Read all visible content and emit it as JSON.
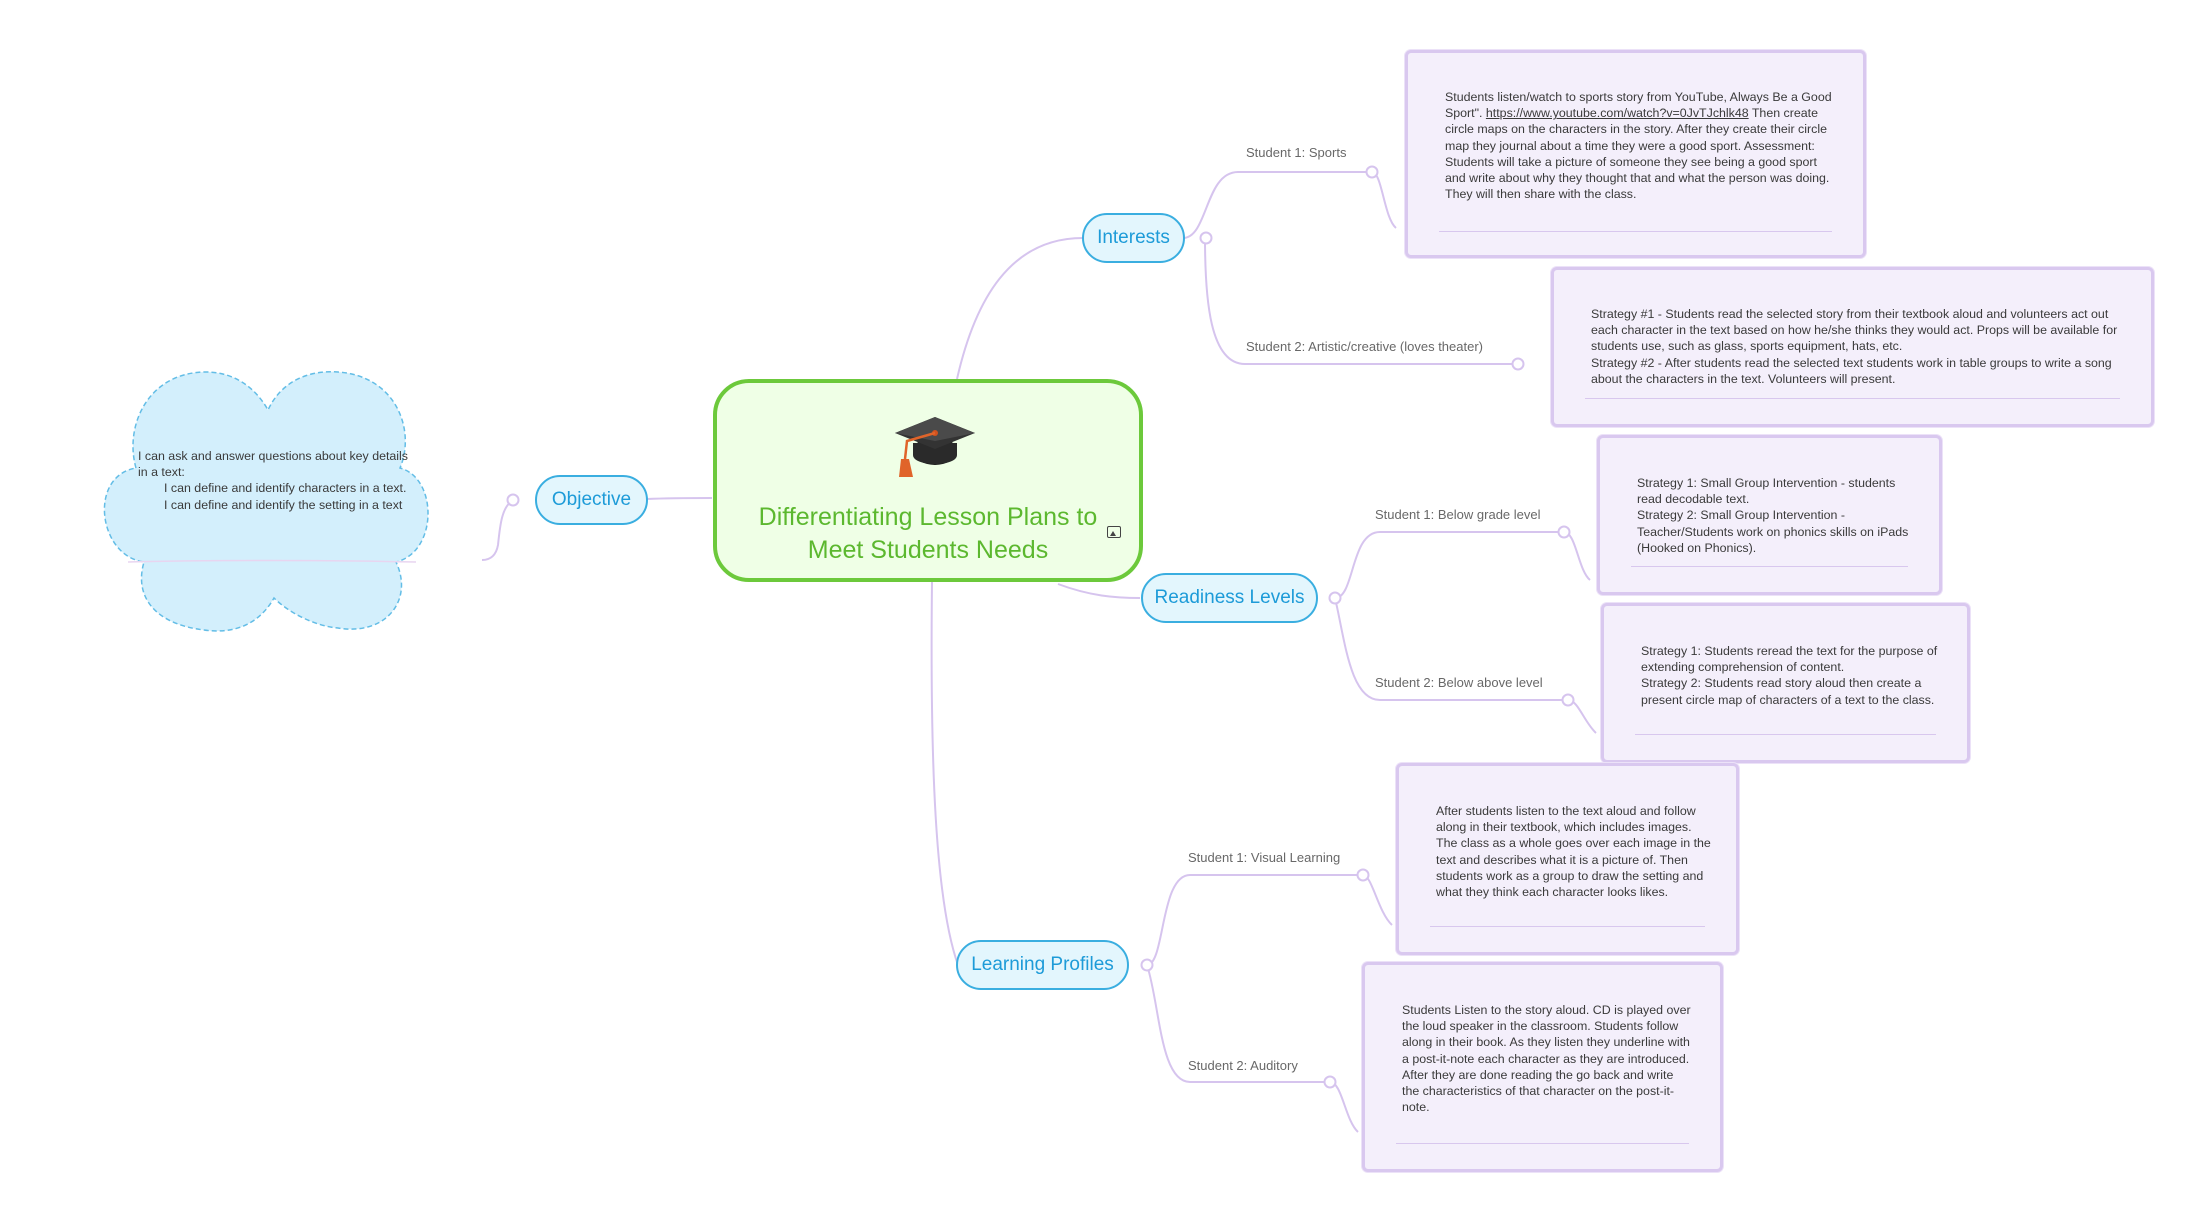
{
  "central": {
    "title": "Differentiating Lesson Plans to Meet Students Needs",
    "icon": "graduation-cap-icon"
  },
  "objective": {
    "label": "Objective",
    "cloud_lines": [
      "I can ask and answer questions about key details in a text:",
      "I can define and identify characters in a text.",
      "I can define and identify the setting in a text"
    ]
  },
  "interests": {
    "label": "Interests",
    "student1": {
      "label": "Student 1: Sports",
      "note_before_link": "Students listen/watch to sports story from YouTube, Always Be a Good Sport\". ",
      "note_link": "https://www.youtube.com/watch?v=0JvTJchlk48",
      "note_after_link": " Then create circle maps on the characters in the story.  After they create their circle map they journal about a time they were a good sport.  Assessment: Students will take a picture of someone they see being a good sport and write about why they thought that and what the person was doing.  They will then share with the class."
    },
    "student2": {
      "label": "Student 2: Artistic/creative (loves theater)",
      "note": "Strategy #1 - Students read the selected story from their textbook aloud and volunteers act out each character in the text based on how he/she thinks they would act.  Props will be available for students use, such as glass, sports equipment, hats, etc.\nStrategy #2 - After students read the selected text students work in table groups to write a song about the characters in the text.  Volunteers will present."
    }
  },
  "readiness": {
    "label": "Readiness Levels",
    "student1": {
      "label": "Student 1: Below grade level",
      "note": "Strategy 1: Small Group Intervention - students read decodable text.\nStrategy 2: Small Group Intervention - Teacher/Students work on phonics skills on iPads (Hooked on Phonics)."
    },
    "student2": {
      "label": "Student 2: Below above level",
      "note": "Strategy 1: Students reread the text for the purpose of extending comprehension of content.\nStrategy 2: Students read story aloud then create a present circle map of characters of a text to the class."
    }
  },
  "profiles": {
    "label": "Learning Profiles",
    "student1": {
      "label": "Student 1: Visual Learning",
      "note": "After students listen to the text aloud and follow along in their textbook, which includes images.  The class as a whole goes over each image in the text and describes what it is a picture of.  Then students work as a group to draw the setting and what they think each character looks likes."
    },
    "student2": {
      "label": "Student 2:  Auditory",
      "note": "Students Listen to the story aloud.  CD is played over the loud speaker in the classroom. Students follow along in their book.  As they listen they underline with a post-it-note each character as they are introduced.  After they are done reading the go back and write the characteristics of that character on the post-it-note."
    }
  },
  "colors": {
    "central_border": "#6cc93b",
    "central_fill": "#efffe6",
    "central_text": "#5cb82f",
    "topic_border": "#3aaee0",
    "topic_fill": "#e3f6fd",
    "topic_text": "#1d9bd8",
    "note_border": "#d9c8ef",
    "note_fill": "#f4effb",
    "cloud_fill": "#d3effc",
    "cloud_border": "#63bde6",
    "connector": "#d6c4ee"
  }
}
